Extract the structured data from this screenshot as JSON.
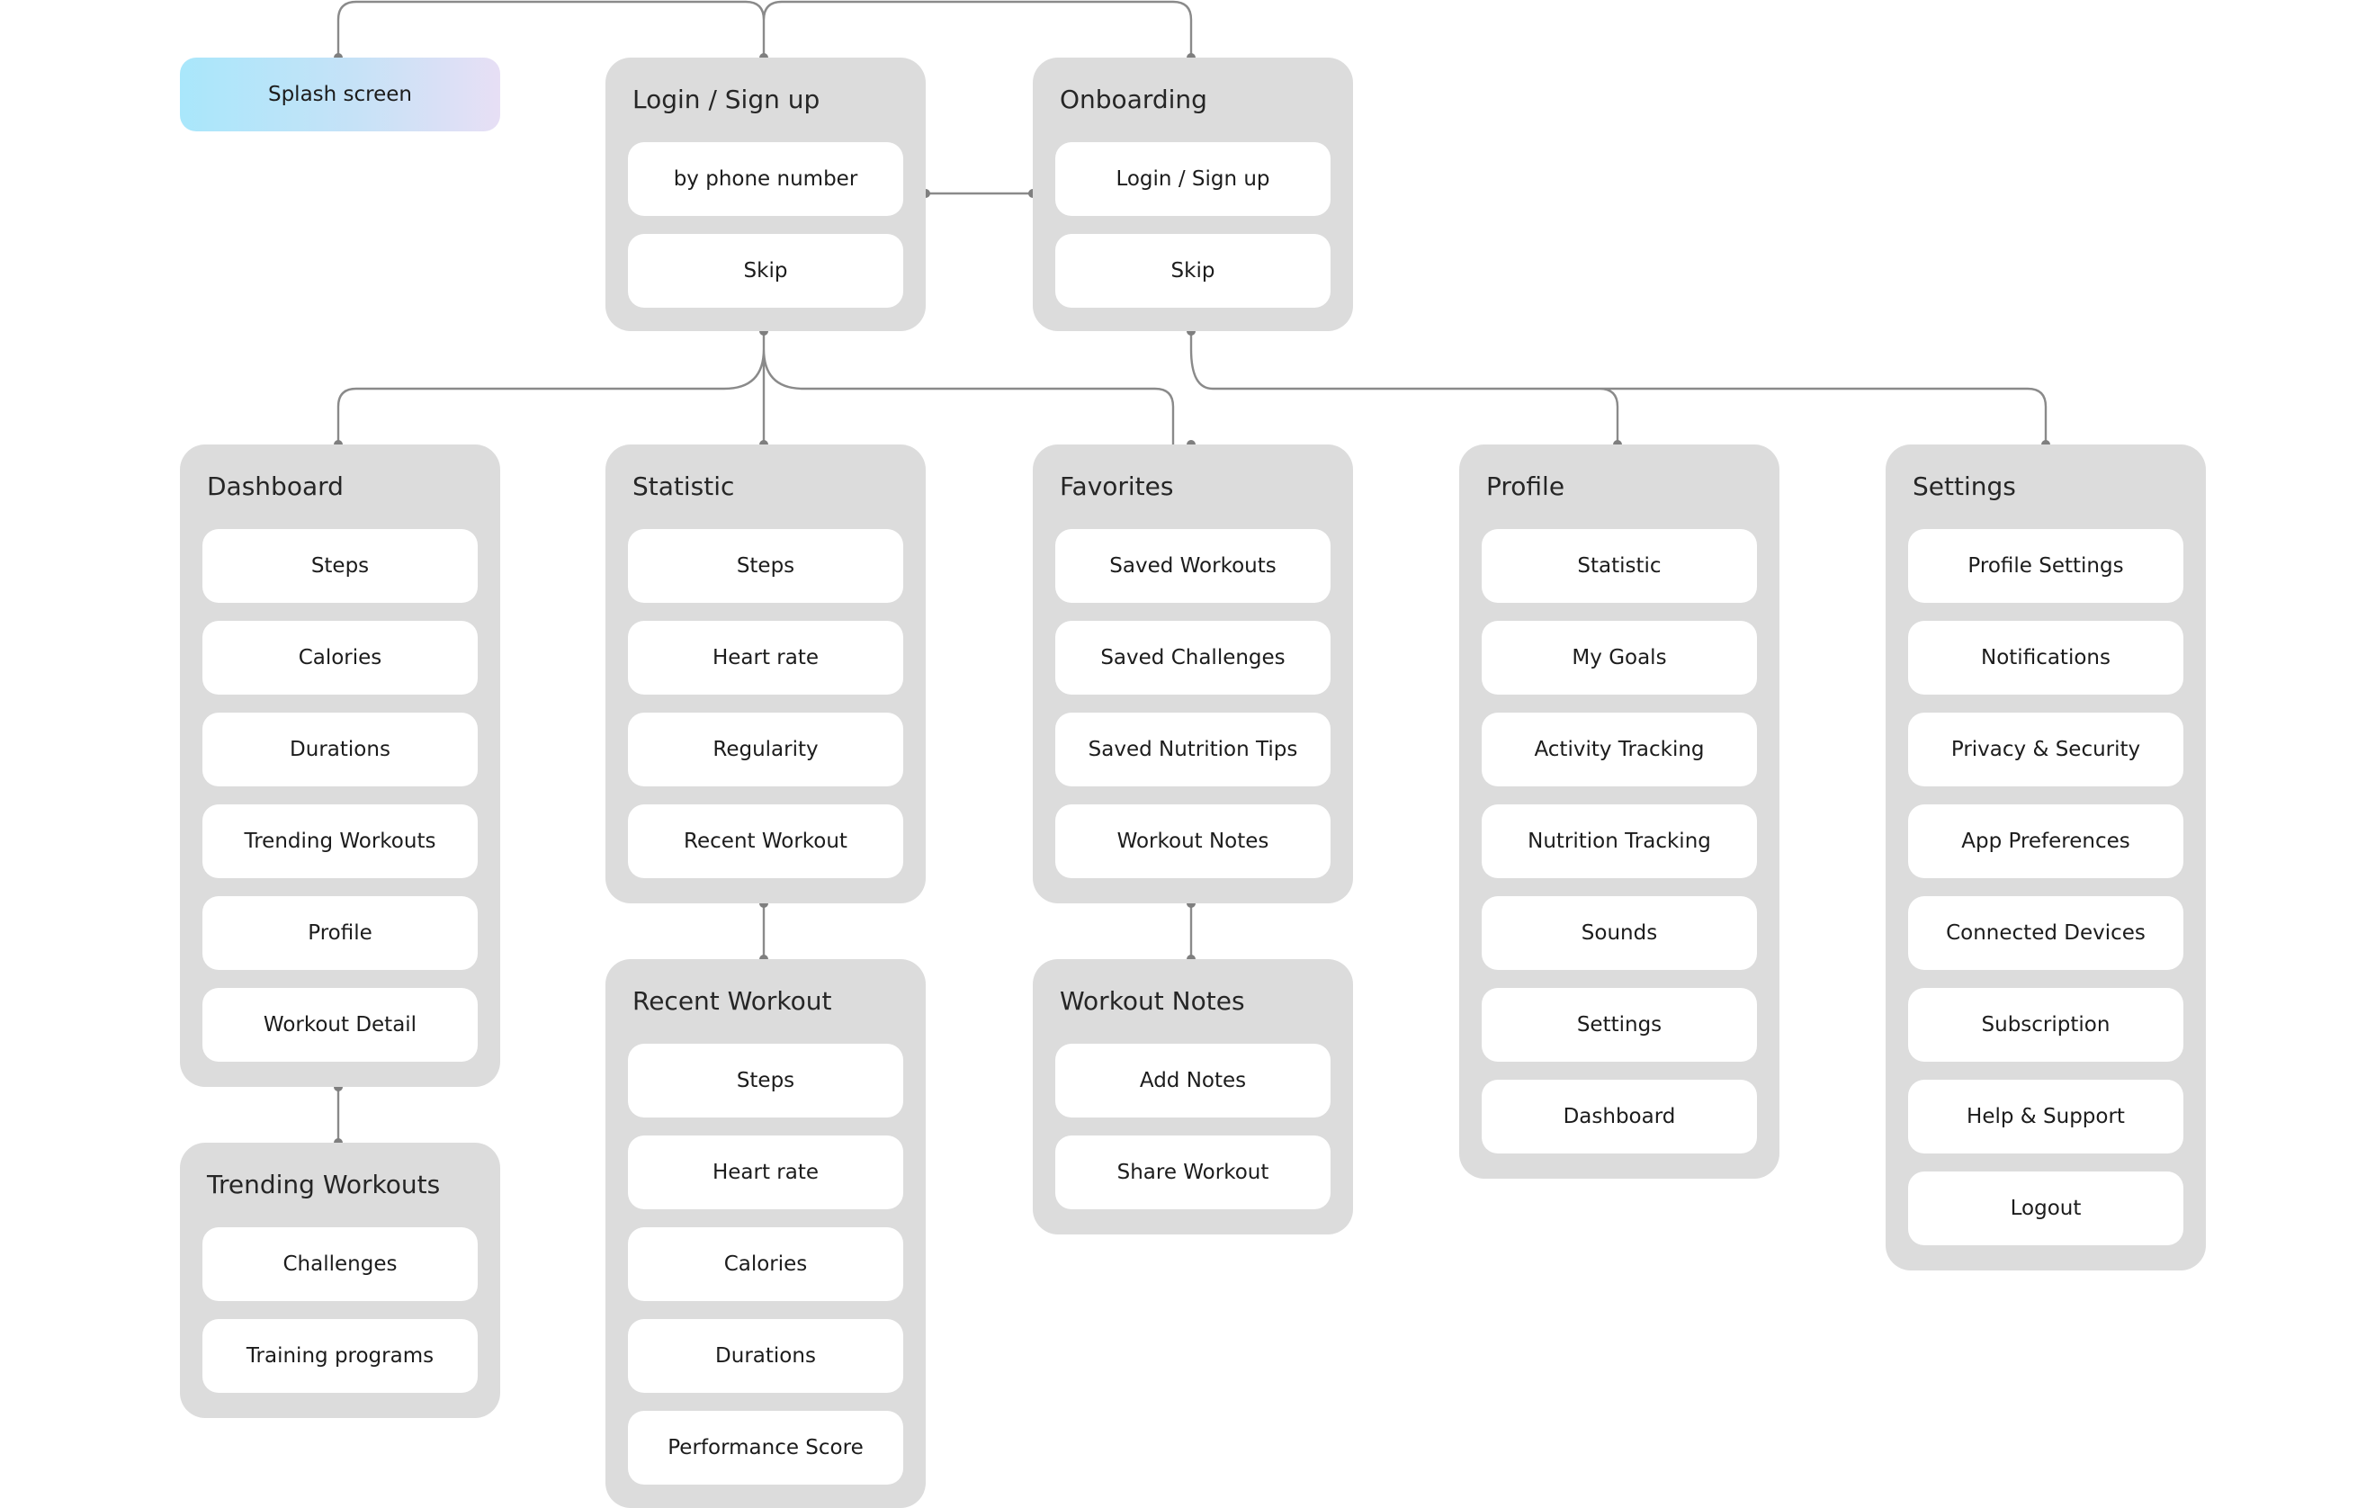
{
  "splash": {
    "label": "Splash screen"
  },
  "login": {
    "title": "Login / Sign up",
    "items": [
      "by phone number",
      "Skip"
    ]
  },
  "onboarding": {
    "title": "Onboarding",
    "items": [
      "Login / Sign up",
      "Skip"
    ]
  },
  "dashboard": {
    "title": "Dashboard",
    "items": [
      "Steps",
      "Calories",
      "Durations",
      "Trending Workouts",
      "Profile",
      "Workout Detail"
    ]
  },
  "statistic": {
    "title": "Statistic",
    "items": [
      "Steps",
      "Heart rate",
      "Regularity",
      "Recent Workout"
    ]
  },
  "favorites": {
    "title": "Favorites",
    "items": [
      "Saved Workouts",
      "Saved Challenges",
      "Saved Nutrition Tips",
      "Workout Notes"
    ]
  },
  "profile": {
    "title": "Profile",
    "items": [
      "Statistic",
      "My Goals",
      "Activity Tracking",
      "Nutrition Tracking",
      "Sounds",
      "Settings",
      "Dashboard"
    ]
  },
  "settings": {
    "title": "Settings",
    "items": [
      "Profile Settings",
      "Notifications",
      "Privacy & Security",
      "App Preferences",
      "Connected Devices",
      "Subscription",
      "Help & Support",
      "Logout"
    ]
  },
  "trending": {
    "title": "Trending Workouts",
    "items": [
      "Challenges",
      "Training programs"
    ]
  },
  "recent": {
    "title": "Recent Workout",
    "items": [
      "Steps",
      "Heart rate",
      "Calories",
      "Durations",
      "Performance Score"
    ]
  },
  "notes": {
    "title": "Workout Notes",
    "items": [
      "Add Notes",
      "Share Workout"
    ]
  },
  "colors": {
    "group_bg": "#dcdcdc",
    "item_bg": "#ffffff",
    "connector": "#8a8a8a",
    "splash_gradient": [
      "#a9e7fb",
      "#e7dff5"
    ]
  }
}
